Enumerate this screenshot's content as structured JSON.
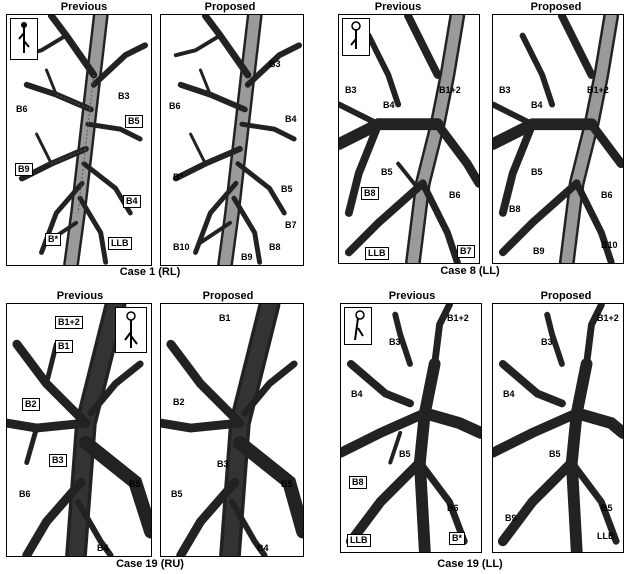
{
  "figure": {
    "quads": [
      {
        "id": "case1",
        "caption": "Case 1  (RL)",
        "panels": [
          {
            "header": "Previous",
            "labels": [
              {
                "text": "B3",
                "boxed": false
              },
              {
                "text": "B6",
                "boxed": false
              },
              {
                "text": "B5",
                "boxed": true
              },
              {
                "text": "B9",
                "boxed": true
              },
              {
                "text": "B4",
                "boxed": true
              },
              {
                "text": "B*",
                "boxed": true
              },
              {
                "text": "LLB",
                "boxed": true
              }
            ]
          },
          {
            "header": "Proposed",
            "labels": [
              {
                "text": "B3",
                "boxed": false
              },
              {
                "text": "B6",
                "boxed": false
              },
              {
                "text": "B4",
                "boxed": false
              },
              {
                "text": "B*",
                "boxed": false
              },
              {
                "text": "B5",
                "boxed": false
              },
              {
                "text": "B7",
                "boxed": false
              },
              {
                "text": "B10",
                "boxed": false
              },
              {
                "text": "B8",
                "boxed": false
              },
              {
                "text": "B9",
                "boxed": false
              }
            ]
          }
        ]
      },
      {
        "id": "case8",
        "caption": "Case 8  (LL)",
        "panels": [
          {
            "header": "Previous",
            "labels": [
              {
                "text": "B3",
                "boxed": false
              },
              {
                "text": "B1+2",
                "boxed": false
              },
              {
                "text": "B4",
                "boxed": false
              },
              {
                "text": "B5",
                "boxed": false
              },
              {
                "text": "B8",
                "boxed": true
              },
              {
                "text": "B6",
                "boxed": false
              },
              {
                "text": "LLB",
                "boxed": true
              },
              {
                "text": "B7",
                "boxed": true
              }
            ]
          },
          {
            "header": "Proposed",
            "labels": [
              {
                "text": "B3",
                "boxed": false
              },
              {
                "text": "B1+2",
                "boxed": false
              },
              {
                "text": "B4",
                "boxed": false
              },
              {
                "text": "B5",
                "boxed": false
              },
              {
                "text": "B8",
                "boxed": false
              },
              {
                "text": "B6",
                "boxed": false
              },
              {
                "text": "B9",
                "boxed": false
              },
              {
                "text": "B10",
                "boxed": false
              }
            ]
          }
        ]
      },
      {
        "id": "case19ru",
        "caption": "Case 19  (RU)",
        "panels": [
          {
            "header": "Previous",
            "labels": [
              {
                "text": "B1+2",
                "boxed": true
              },
              {
                "text": "B1",
                "boxed": true
              },
              {
                "text": "B2",
                "boxed": true
              },
              {
                "text": "B3",
                "boxed": true
              },
              {
                "text": "B6",
                "boxed": false
              },
              {
                "text": "B5",
                "boxed": false
              },
              {
                "text": "B4",
                "boxed": false
              }
            ]
          },
          {
            "header": "Proposed",
            "labels": [
              {
                "text": "B1",
                "boxed": false
              },
              {
                "text": "B2",
                "boxed": false
              },
              {
                "text": "B3",
                "boxed": false
              },
              {
                "text": "B5",
                "boxed": false
              },
              {
                "text": "B5",
                "boxed": false
              },
              {
                "text": "B4",
                "boxed": false
              }
            ]
          }
        ]
      },
      {
        "id": "case19ll",
        "caption": "Case 19  (LL)",
        "panels": [
          {
            "header": "Previous",
            "labels": [
              {
                "text": "B1+2",
                "boxed": false
              },
              {
                "text": "B3",
                "boxed": false
              },
              {
                "text": "B4",
                "boxed": false
              },
              {
                "text": "B5",
                "boxed": false
              },
              {
                "text": "B8",
                "boxed": true
              },
              {
                "text": "B6",
                "boxed": false
              },
              {
                "text": "LLB",
                "boxed": true
              },
              {
                "text": "B*",
                "boxed": true
              }
            ]
          },
          {
            "header": "Proposed",
            "labels": [
              {
                "text": "B1+2",
                "boxed": false
              },
              {
                "text": "B3",
                "boxed": false
              },
              {
                "text": "B4",
                "boxed": false
              },
              {
                "text": "B5",
                "boxed": false
              },
              {
                "text": "B9",
                "boxed": false
              },
              {
                "text": "B5",
                "boxed": false
              },
              {
                "text": "LLB",
                "boxed": false
              }
            ]
          }
        ]
      }
    ]
  }
}
